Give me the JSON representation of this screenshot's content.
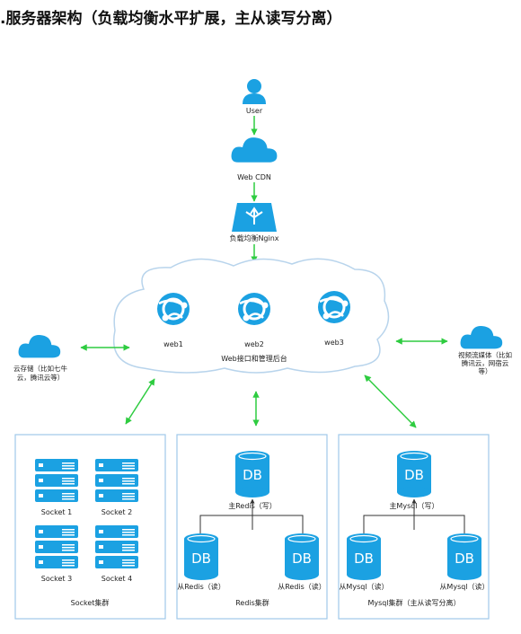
{
  "title": ".服务器架构（负载均衡水平扩展，主从读写分离）",
  "nodes": {
    "user": "User",
    "cdn": "Web CDN",
    "lb": "负载均衡Nginx",
    "web1": "web1",
    "web2": "web2",
    "web3": "web3",
    "web_cluster": "Web接口和管理后台",
    "storage_line1": "云存储（比如七牛",
    "storage_line2": "云，腾讯云等）",
    "video_line1": "视频流媒体（比如",
    "video_line2": "腾讯云，网宿云",
    "video_line3": "等）"
  },
  "socket_panel": {
    "socket1": "Socket 1",
    "socket2": "Socket 2",
    "socket3": "Socket 3",
    "socket4": "Socket 4",
    "caption": "Socket集群"
  },
  "redis_panel": {
    "db_label": "DB",
    "master": "主Redis（写）",
    "slave1": "从Redis（读）",
    "slave2": "从Redis（读）",
    "caption": "Redis集群"
  },
  "mysql_panel": {
    "db_label": "DB",
    "master": "主Mysql（写）",
    "slave1": "从Mysql（读）",
    "slave2": "从Mysql（读）",
    "caption": "Mysql集群（主从读写分离）"
  },
  "colors": {
    "accent": "#1ba1e2",
    "arrow": "#2ecc40",
    "panel_border": "#9fc9ea",
    "cloud_border": "#b8d4ec"
  },
  "icons": [
    "user-icon",
    "cloud-icon",
    "load-balancer-icon",
    "web-app-icon",
    "server-icon",
    "database-icon"
  ]
}
